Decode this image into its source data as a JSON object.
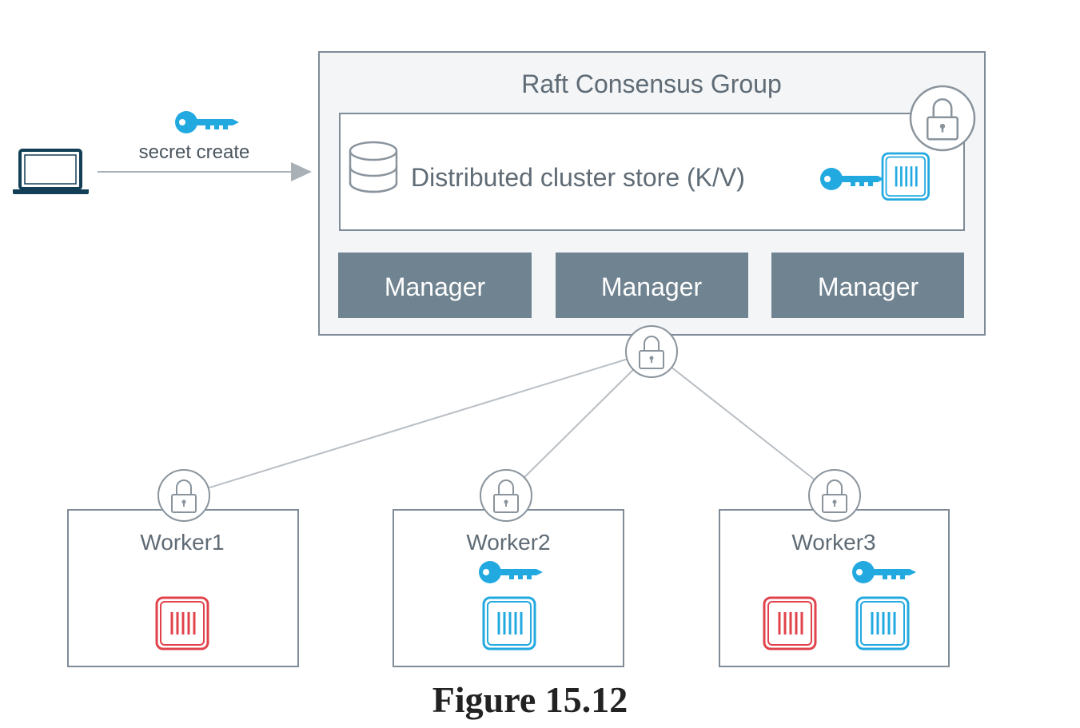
{
  "client": {
    "action_label": "secret create"
  },
  "raft_group": {
    "title": "Raft Consensus Group",
    "store_label": "Distributed cluster store (K/V)",
    "managers": [
      "Manager",
      "Manager",
      "Manager"
    ]
  },
  "workers": [
    {
      "name": "Worker1",
      "has_key": false,
      "containers": [
        "red"
      ]
    },
    {
      "name": "Worker2",
      "has_key": true,
      "containers": [
        "blue"
      ]
    },
    {
      "name": "Worker3",
      "has_key": true,
      "containers": [
        "red",
        "blue"
      ]
    }
  ],
  "caption": "Figure 15.12",
  "colors": {
    "border": "#7f8c98",
    "manager_fill": "#708391",
    "group_fill": "#f3f5f7",
    "text": "#5f6b75",
    "key_blue": "#22a9e0",
    "container_blue": "#22a9e0",
    "container_red": "#e0434b",
    "laptop": "#123f55",
    "line": "#b8bec4"
  },
  "icons": {
    "laptop": "laptop-icon",
    "key": "key-icon",
    "lock": "lock-icon",
    "database": "database-icon",
    "container": "container-icon"
  }
}
